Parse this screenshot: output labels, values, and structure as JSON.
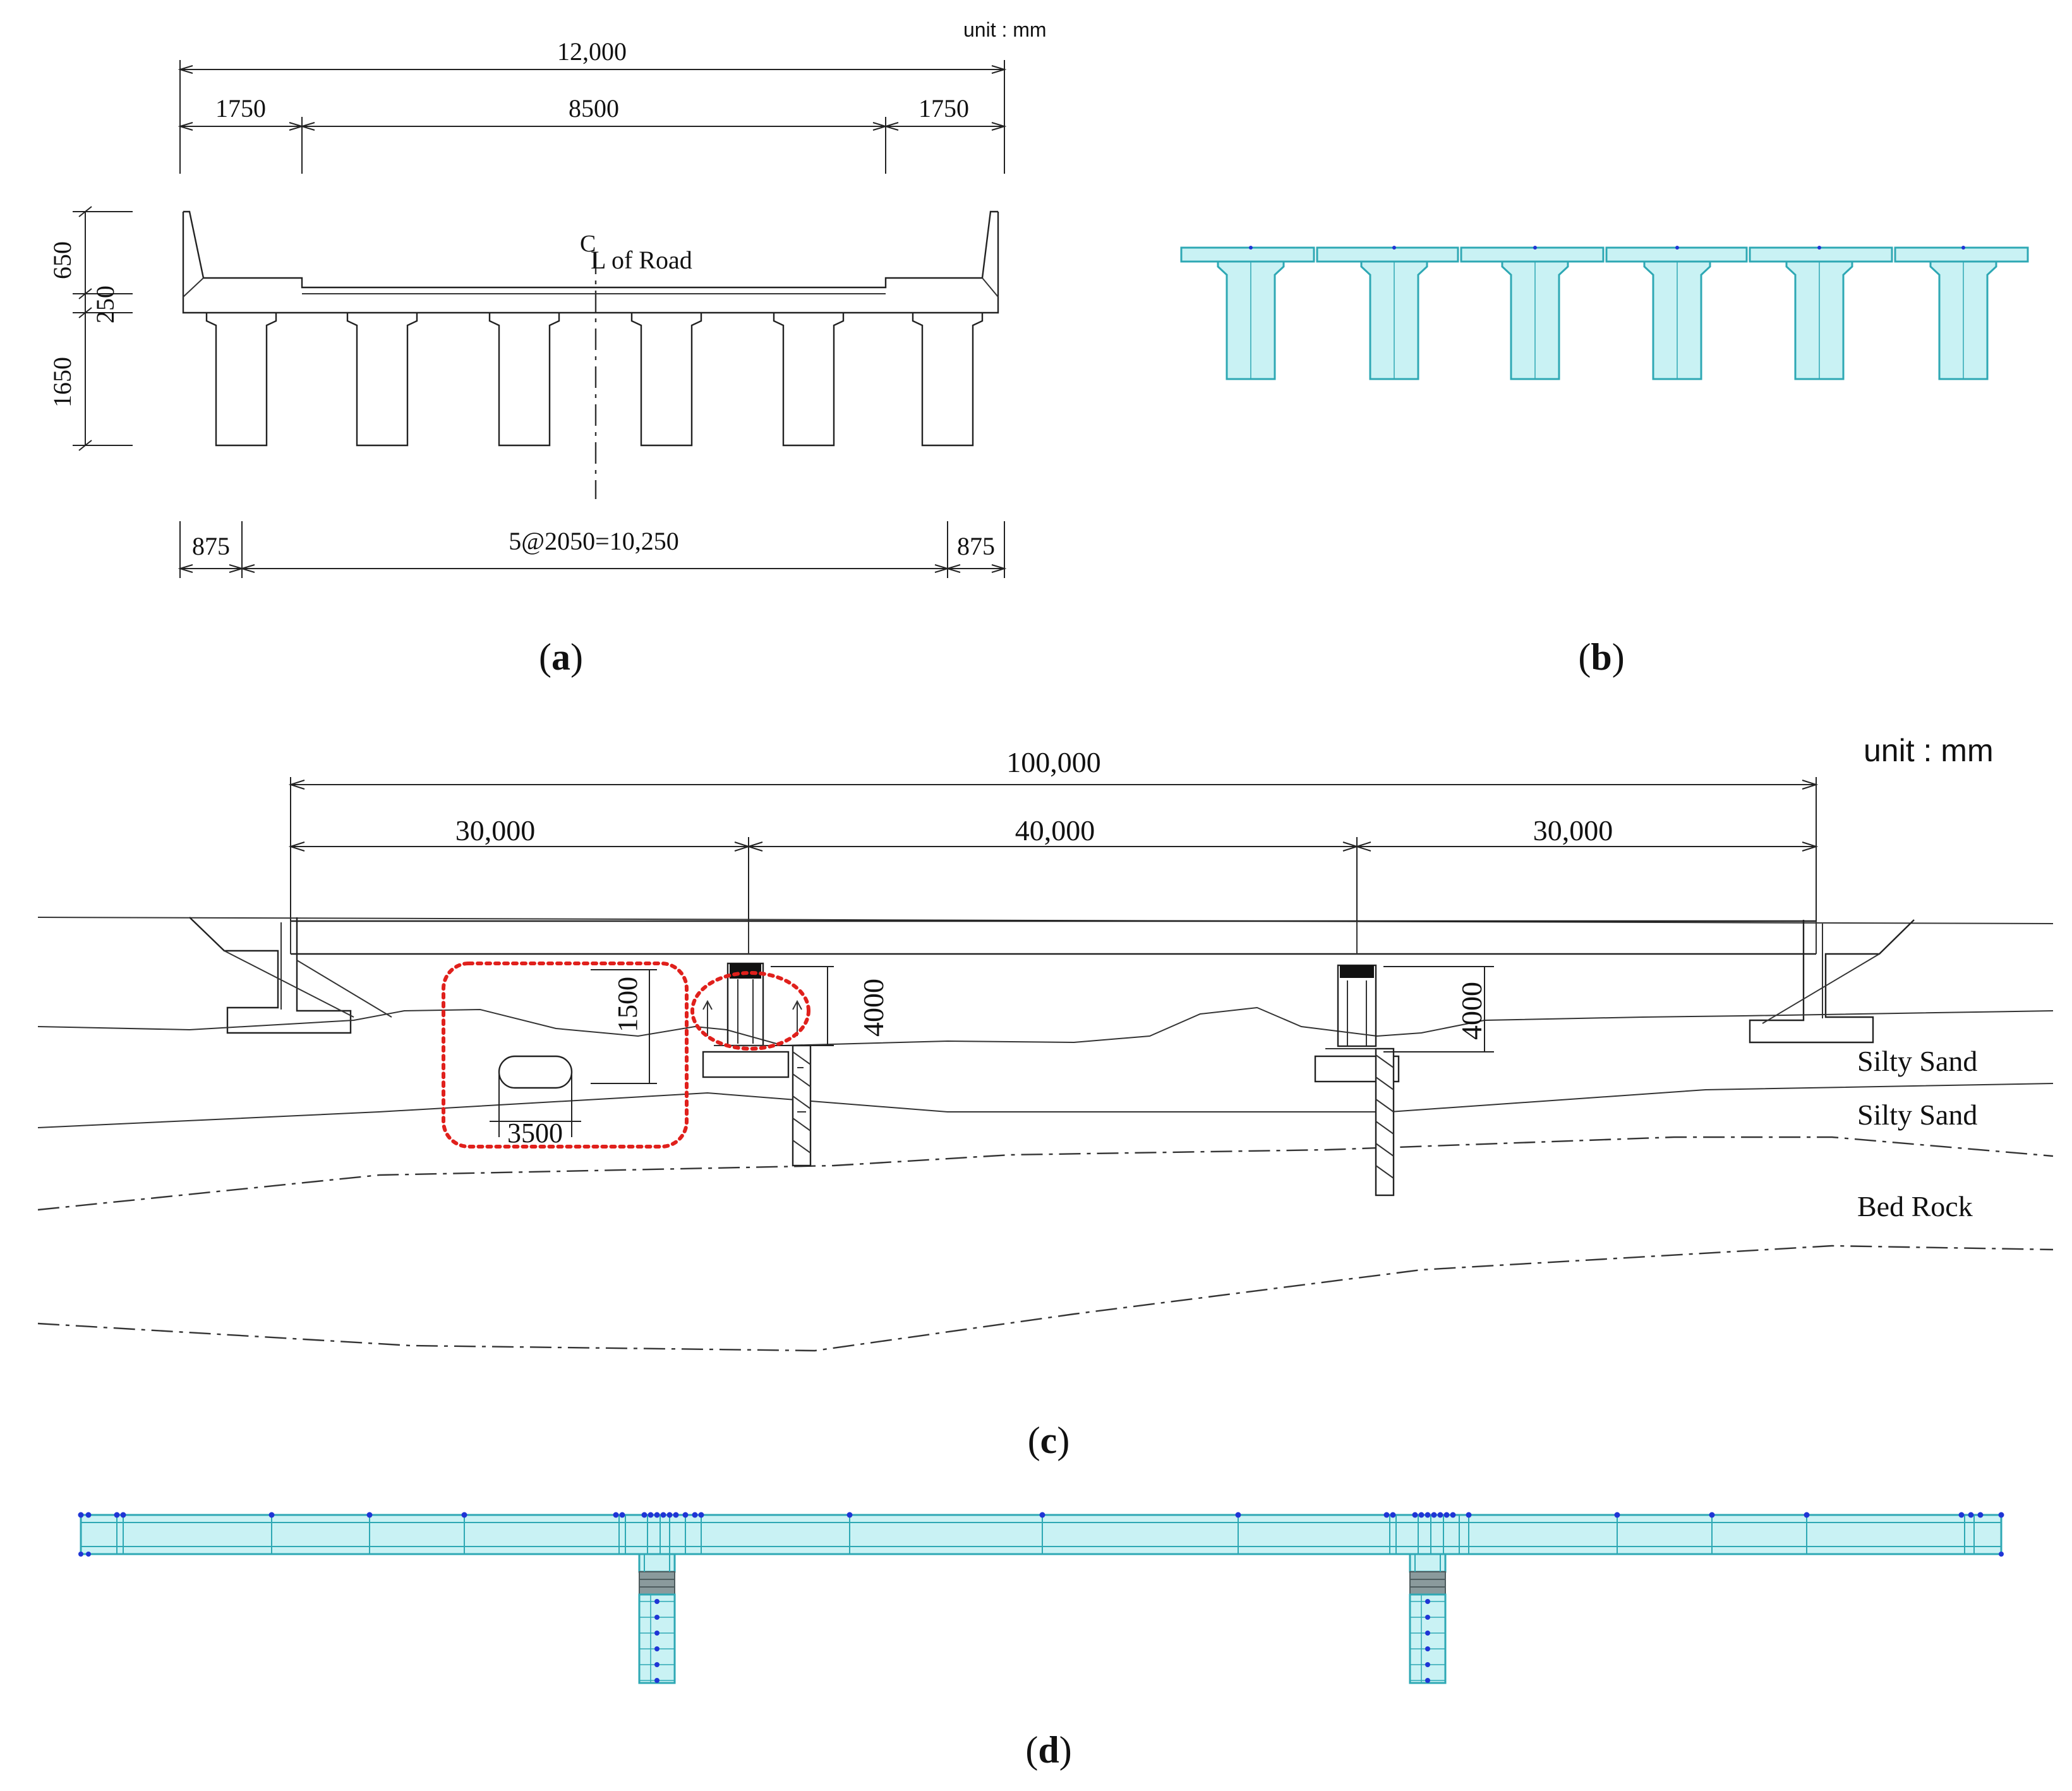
{
  "panel_a": {
    "unit": "unit : mm",
    "total_width": "12,000",
    "left_overhang": "1750",
    "roadway": "8500",
    "right_overhang": "1750",
    "h_barrier": "650",
    "h_slab": "250",
    "h_girder": "1650",
    "centerline_symbol": "C",
    "centerline_label": "L of Road",
    "edge_left": "875",
    "girder_spacing": "5@2050=10,250",
    "edge_right": "875",
    "caption_letter": "a"
  },
  "panel_b": {
    "caption_letter": "b"
  },
  "panel_c": {
    "unit": "unit : mm",
    "total_length": "100,000",
    "span_1": "30,000",
    "span_2": "40,000",
    "span_3": "30,000",
    "scour_depth": "1500",
    "scour_width": "3500",
    "pier_height_1": "4000",
    "pier_height_2": "4000",
    "layer_1": "Silty Sand",
    "layer_2": "Silty Sand",
    "layer_3": "Bed Rock",
    "caption_letter": "c"
  },
  "panel_d": {
    "caption_letter": "d"
  },
  "colors": {
    "model_fill": "#c9f2f4",
    "model_edge": "#2ea8b4",
    "node": "#1f35d6",
    "highlight": "#e0201c"
  }
}
